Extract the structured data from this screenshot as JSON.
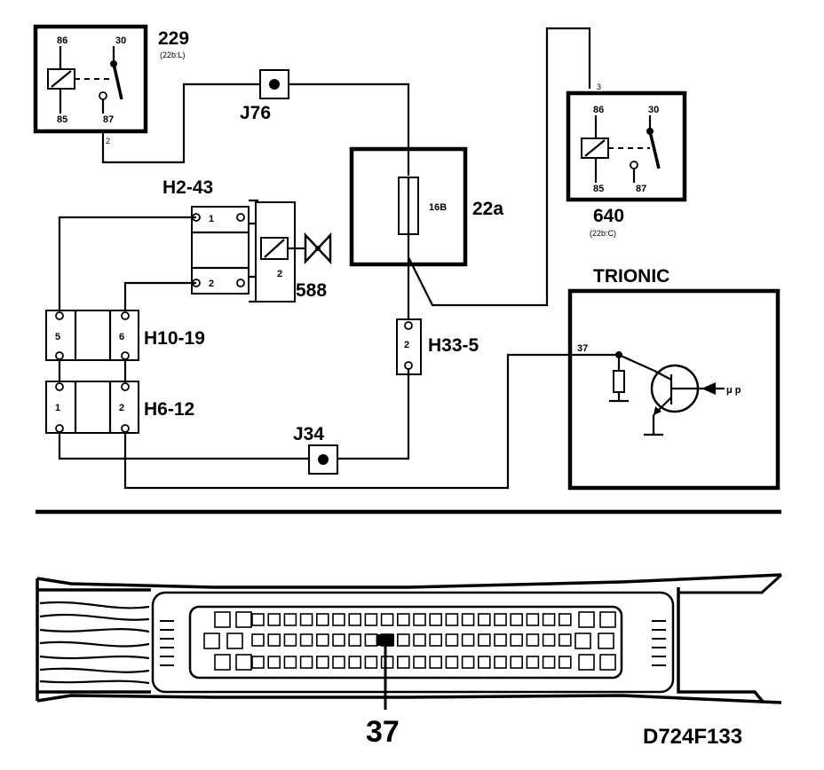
{
  "relay_229": {
    "id": "229",
    "ref": "(22b:L)",
    "pin_86": "86",
    "pin_30": "30",
    "pin_85": "85",
    "pin_87": "87",
    "wire_pin": "2"
  },
  "relay_640": {
    "id": "640",
    "ref": "(22b:C)",
    "pin_86": "86",
    "pin_30": "30",
    "pin_85": "85",
    "pin_87": "87",
    "wire_pin": "3"
  },
  "fuse_box": {
    "id": "22a",
    "fuse_label": "16B"
  },
  "splices": {
    "j76": "J76",
    "j34": "J34"
  },
  "connectors": {
    "h2_43": {
      "id": "H2-43",
      "pin_top": "1",
      "pin_bottom": "2"
    },
    "h10_19": {
      "id": "H10-19",
      "pin_left": "5",
      "pin_right": "6"
    },
    "h6_12": {
      "id": "H6-12",
      "pin_left": "1",
      "pin_right": "2"
    },
    "h33_5": {
      "id": "H33-5",
      "pin": "2"
    }
  },
  "valve": {
    "id": "588",
    "pin": "2"
  },
  "trionic": {
    "title": "TRIONIC",
    "pin": "37",
    "mp_label": "μ p"
  },
  "ecu_connector": {
    "callout": "37"
  },
  "drawing_ref": "D724F133"
}
